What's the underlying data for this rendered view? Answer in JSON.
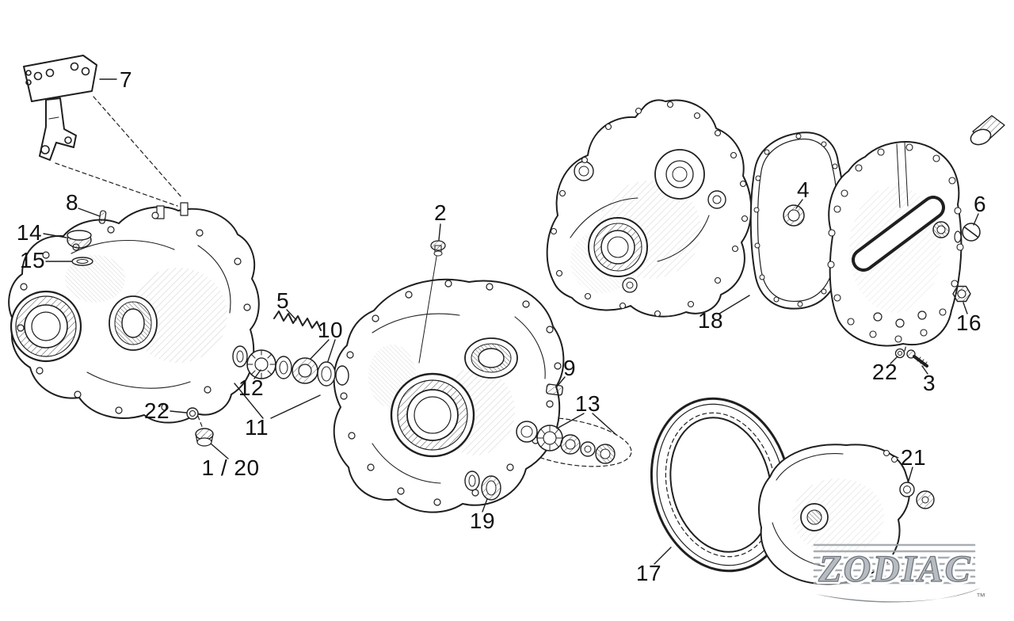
{
  "figure": {
    "type": "exploded-parts-diagram",
    "subject": "motorcycle crankcase and primary cover assembly"
  },
  "colors": {
    "line": "#1f1f1f",
    "background": "#ffffff",
    "logo_gray": "#9aa0a6"
  },
  "callouts": [
    {
      "text": "7"
    },
    {
      "text": "8"
    },
    {
      "text": "14"
    },
    {
      "text": "15"
    },
    {
      "text": "2"
    },
    {
      "text": "5"
    },
    {
      "text": "10"
    },
    {
      "text": "12"
    },
    {
      "text": "22"
    },
    {
      "text": "11"
    },
    {
      "text": "1 / 20"
    },
    {
      "text": "19"
    },
    {
      "text": "9"
    },
    {
      "text": "13"
    },
    {
      "text": "4"
    },
    {
      "text": "18"
    },
    {
      "text": "6"
    },
    {
      "text": "16"
    },
    {
      "text": "22"
    },
    {
      "text": "3"
    },
    {
      "text": "17"
    },
    {
      "text": "21"
    }
  ],
  "logo": {
    "text": "ZODIAC",
    "trademark": "™"
  }
}
